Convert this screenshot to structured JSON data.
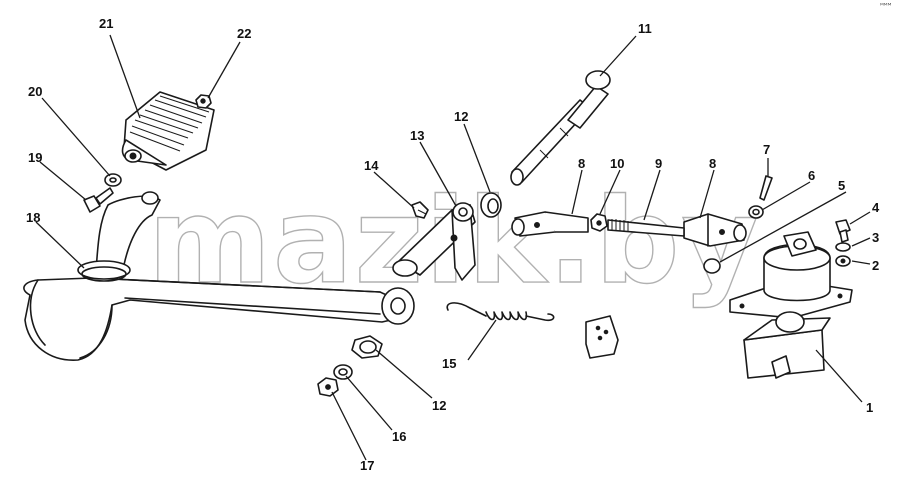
{
  "watermark": "mazik.by",
  "corner_mark": "ᴹᴹᴹ",
  "callouts": [
    "1",
    "2",
    "3",
    "4",
    "5",
    "6",
    "7",
    "8",
    "8",
    "9",
    "10",
    "11",
    "12",
    "12",
    "13",
    "14",
    "15",
    "16",
    "17",
    "18",
    "19",
    "20",
    "21",
    "22"
  ]
}
